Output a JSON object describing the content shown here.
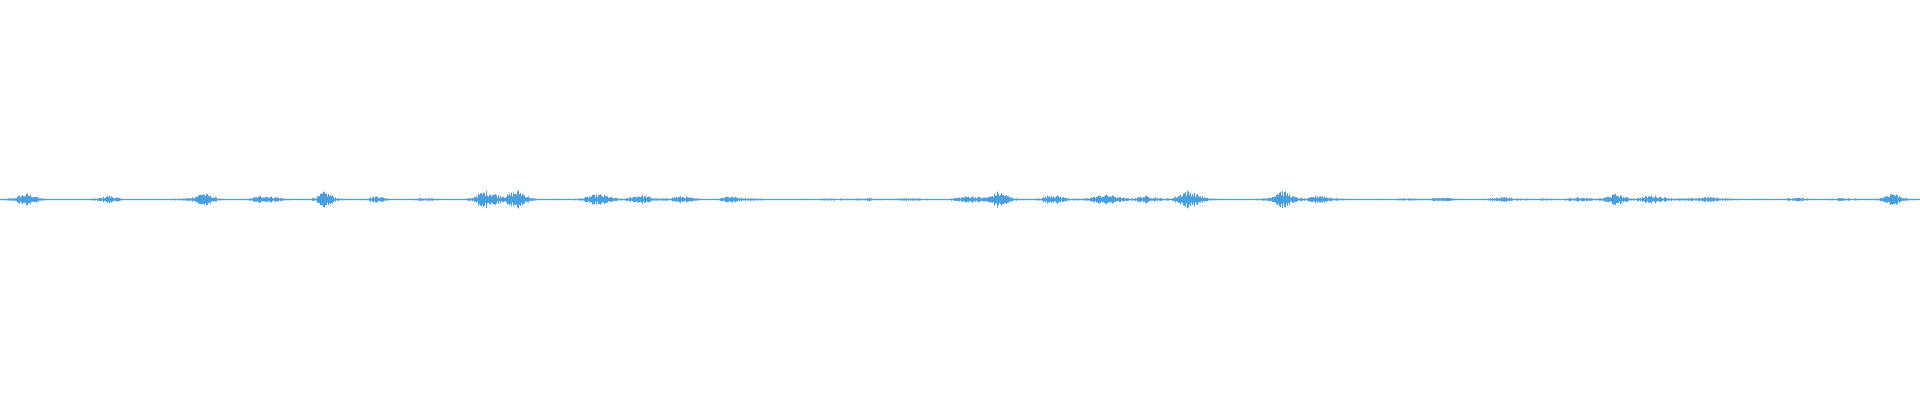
{
  "waveform": {
    "color": "#4a9fe0",
    "baseline_color": "#5aa8e6",
    "amplitude_envelope": [
      0.05,
      0.08,
      0.12,
      0.35,
      0.45,
      0.3,
      0.1,
      0.05,
      0.04,
      0.05,
      0.05,
      0.06,
      0.05,
      0.06,
      0.08,
      0.15,
      0.3,
      0.2,
      0.08,
      0.05,
      0.05,
      0.06,
      0.05,
      0.06,
      0.05,
      0.06,
      0.07,
      0.08,
      0.12,
      0.25,
      0.55,
      0.35,
      0.15,
      0.06,
      0.05,
      0.05,
      0.05,
      0.08,
      0.22,
      0.3,
      0.25,
      0.2,
      0.1,
      0.06,
      0.05,
      0.05,
      0.08,
      0.2,
      0.6,
      0.4,
      0.12,
      0.06,
      0.05,
      0.06,
      0.08,
      0.18,
      0.3,
      0.15,
      0.07,
      0.05,
      0.05,
      0.06,
      0.1,
      0.12,
      0.1,
      0.06,
      0.05,
      0.05,
      0.05,
      0.06,
      0.12,
      0.45,
      0.65,
      0.55,
      0.35,
      0.3,
      0.55,
      0.7,
      0.35,
      0.1,
      0.06,
      0.05,
      0.05,
      0.06,
      0.05,
      0.06,
      0.08,
      0.2,
      0.35,
      0.4,
      0.3,
      0.15,
      0.07,
      0.1,
      0.25,
      0.35,
      0.25,
      0.12,
      0.08,
      0.1,
      0.18,
      0.25,
      0.2,
      0.1,
      0.06,
      0.05,
      0.06,
      0.12,
      0.3,
      0.22,
      0.14,
      0.12,
      0.1,
      0.08,
      0.06,
      0.05,
      0.05,
      0.06,
      0.05,
      0.06,
      0.05,
      0.06,
      0.08,
      0.1,
      0.08,
      0.07,
      0.06,
      0.08,
      0.1,
      0.12,
      0.1,
      0.07,
      0.06,
      0.05,
      0.08,
      0.12,
      0.1,
      0.07,
      0.06,
      0.05,
      0.06,
      0.08,
      0.14,
      0.22,
      0.28,
      0.22,
      0.16,
      0.25,
      0.6,
      0.45,
      0.2,
      0.08,
      0.06,
      0.05,
      0.08,
      0.2,
      0.4,
      0.3,
      0.18,
      0.1,
      0.06,
      0.08,
      0.18,
      0.3,
      0.38,
      0.32,
      0.22,
      0.12,
      0.1,
      0.2,
      0.28,
      0.22,
      0.12,
      0.08,
      0.1,
      0.35,
      0.7,
      0.6,
      0.35,
      0.15,
      0.08,
      0.06,
      0.05,
      0.05,
      0.06,
      0.05,
      0.06,
      0.08,
      0.1,
      0.3,
      0.75,
      0.55,
      0.25,
      0.12,
      0.08,
      0.25,
      0.35,
      0.2,
      0.12,
      0.08,
      0.06,
      0.05,
      0.05,
      0.05,
      0.05,
      0.06,
      0.05,
      0.06,
      0.08,
      0.1,
      0.08,
      0.06,
      0.08,
      0.12,
      0.15,
      0.12,
      0.08,
      0.06,
      0.05,
      0.05,
      0.06,
      0.08,
      0.14,
      0.22,
      0.15,
      0.1,
      0.08,
      0.06,
      0.08,
      0.1,
      0.08,
      0.06,
      0.06,
      0.12,
      0.18,
      0.14,
      0.1,
      0.08,
      0.12,
      0.3,
      0.45,
      0.25,
      0.12,
      0.1,
      0.2,
      0.32,
      0.28,
      0.18,
      0.12,
      0.1,
      0.08,
      0.1,
      0.12,
      0.18,
      0.2,
      0.14,
      0.1,
      0.08,
      0.06,
      0.05,
      0.06,
      0.08,
      0.06,
      0.05,
      0.06,
      0.08,
      0.1,
      0.14,
      0.1,
      0.06,
      0.05,
      0.06,
      0.08,
      0.12,
      0.1,
      0.08,
      0.06,
      0.05,
      0.06,
      0.1,
      0.3,
      0.55,
      0.3,
      0.1,
      0.06,
      0.05
    ]
  }
}
